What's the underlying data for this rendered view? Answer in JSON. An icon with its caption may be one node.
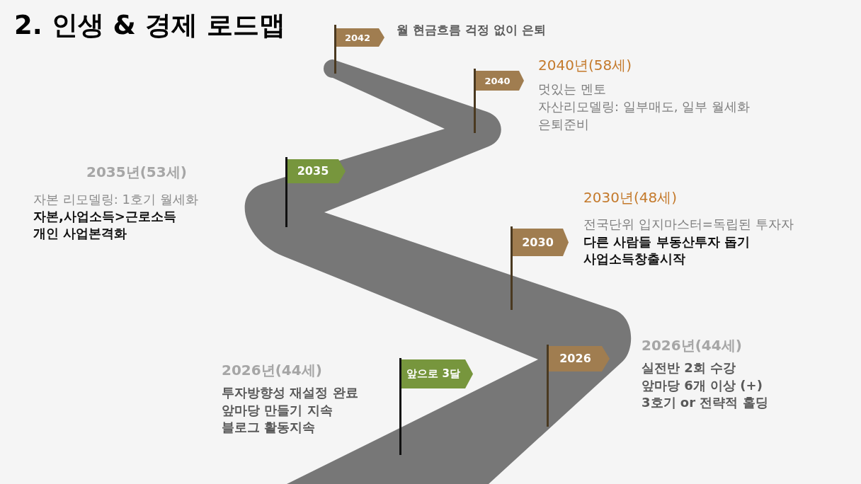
{
  "diagram": {
    "title": "2. 인생 & 경제 로드맵",
    "nodes": [
      {
        "text": [
          "2042"
        ],
        "beside": [
          "월 현금흐름 걱정 없이 은퇴"
        ]
      },
      {
        "text": [
          "2040"
        ],
        "beside": [
          "2040년(58세)",
          "멋있는 멘토",
          "자산리모델링: 일부매도, 일부 월세화",
          "은퇴준비"
        ]
      },
      {
        "text": [
          "2035"
        ],
        "beside": [
          "2035년(53세)",
          "자본 리모델링: 1호기 월세화",
          "자본,사업소득>근로소득",
          "개인 사업본격화"
        ]
      },
      {
        "text": [
          "2030"
        ],
        "beside": [
          "2030년(48세)",
          "전국단위 입지마스터=독립된 투자자",
          "다른 사람들 부동산투자 돕기",
          "사업소득창출시작"
        ]
      },
      {
        "text": [
          "2026"
        ],
        "beside": [
          "2026년(44세)",
          "실전반 2회 수강",
          "앞마당 6개 이상 (+)",
          "3호기 or 전략적 홀딩"
        ]
      },
      {
        "text": [
          "앞으로 3달"
        ],
        "beside": [
          "2026년(44세)",
          "투자방향성 재설정 완료",
          "앞마당 만들기 지속",
          "블로그 활동지속"
        ]
      }
    ]
  }
}
